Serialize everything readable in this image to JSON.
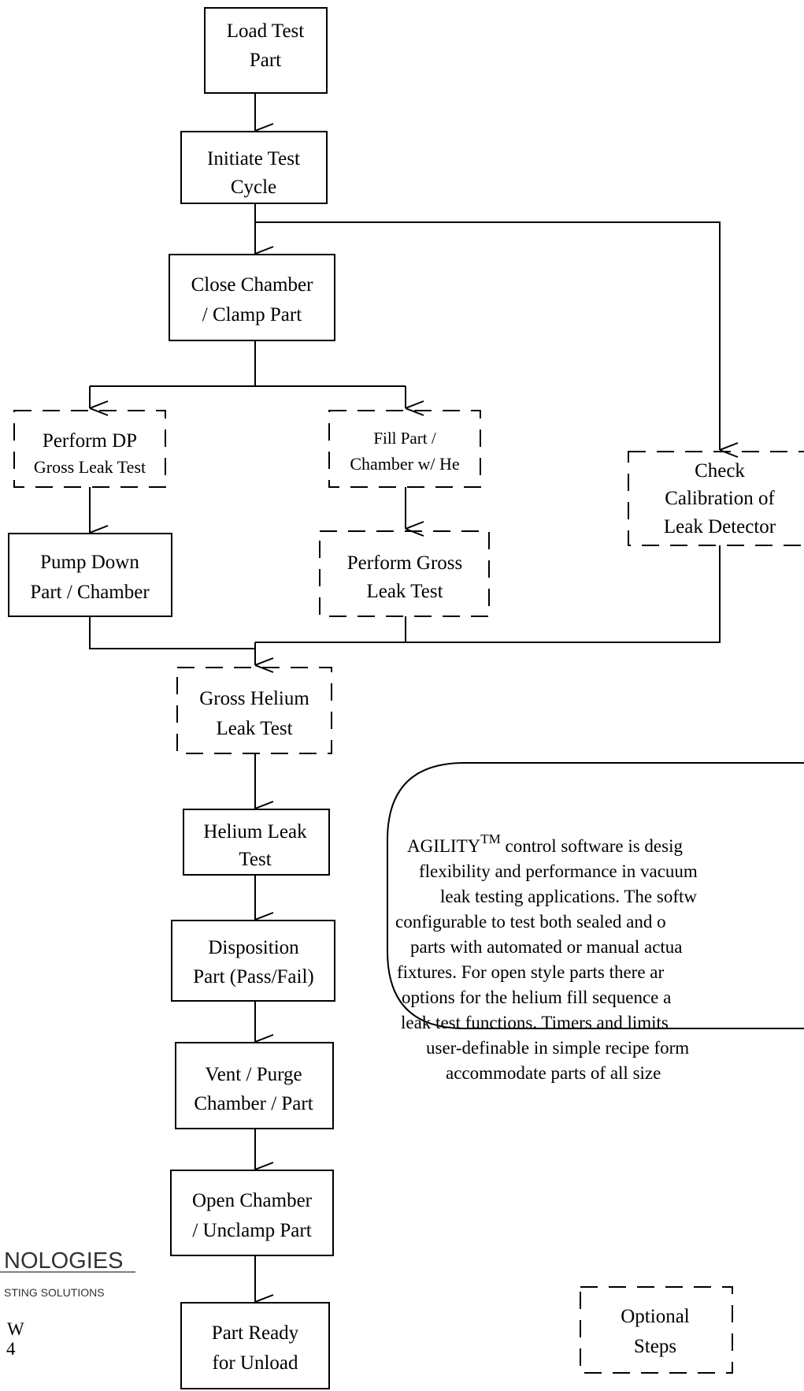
{
  "boxes": {
    "load_test_part": [
      "Load Test",
      "Part"
    ],
    "initiate_test_cycle": [
      "Initiate Test",
      "Cycle"
    ],
    "close_chamber": [
      "Close Chamber",
      "/ Clamp Part"
    ],
    "perform_dp_gross_leak_test": [
      "Perform DP",
      "Gross Leak Test"
    ],
    "fill_part_chamber_he": [
      "Fill Part /",
      "Chamber w/ He"
    ],
    "check_calibration": [
      "Check",
      "Calibration of",
      "Leak Detector"
    ],
    "pump_down": [
      "Pump Down",
      "Part / Chamber"
    ],
    "perform_gross_leak_test": [
      "Perform Gross",
      "Leak Test"
    ],
    "gross_helium_leak_test": [
      "Gross Helium",
      "Leak Test"
    ],
    "helium_leak_test": [
      "Helium Leak",
      "Test"
    ],
    "disposition_part": [
      "Disposition",
      "Part (Pass/Fail)"
    ],
    "vent_purge": [
      "Vent / Purge",
      "Chamber / Part"
    ],
    "open_chamber": [
      "Open Chamber",
      "/ Unclamp Part"
    ],
    "part_ready": [
      "Part Ready",
      "for Unload"
    ]
  },
  "legend": [
    "Optional",
    "Steps"
  ],
  "note": {
    "trademark_word": "AGILITY",
    "trademark_sup": "TM",
    "first_line_rest": " control software is desig",
    "lines": [
      "flexibility and performance in vacuum",
      "leak testing applications.  The softw",
      "configurable to test both sealed and o",
      "parts with automated or manual actua",
      "fixtures.  For open style parts there ar",
      "options for the helium fill sequence a",
      "leak test functions.  Timers and limits",
      "user-definable in simple recipe form",
      "accommodate parts of all size"
    ]
  },
  "logo": {
    "line1": "NOLOGIES",
    "line2": "STING SOLUTIONS",
    "line3": "W",
    "line4": "4"
  }
}
